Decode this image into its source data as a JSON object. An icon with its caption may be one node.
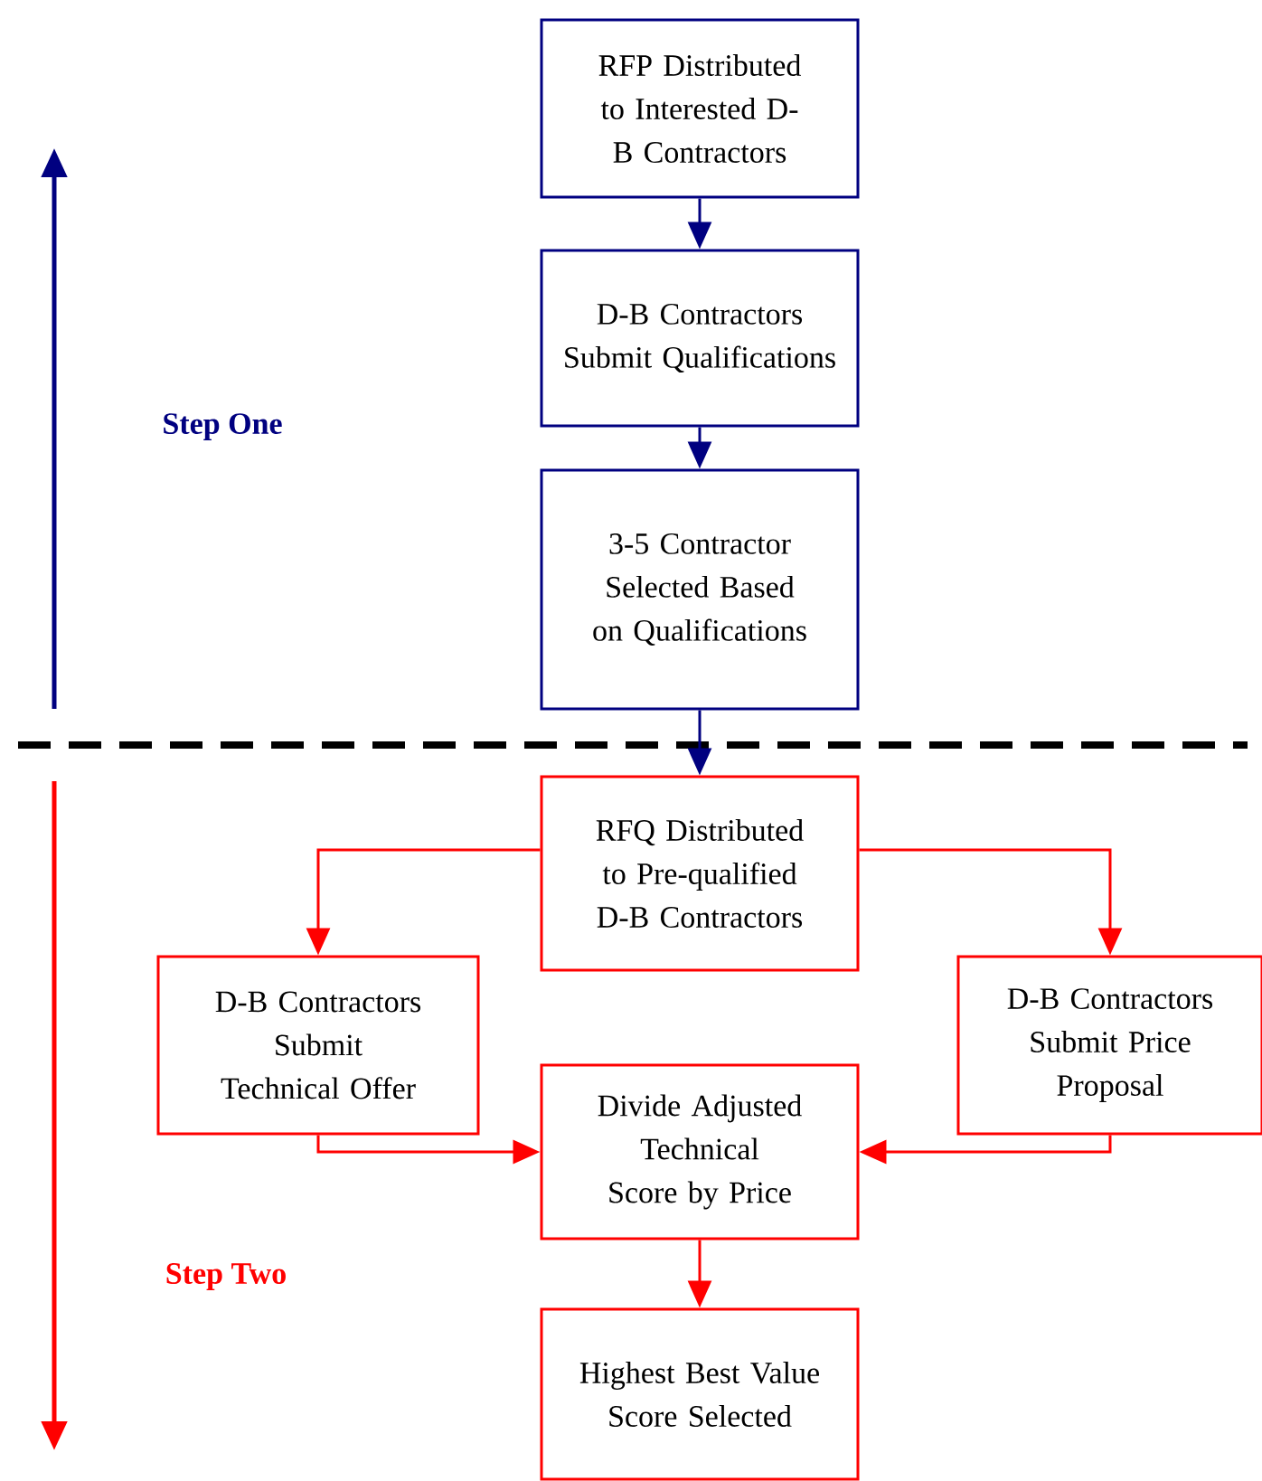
{
  "diagram": {
    "nodes": [
      {
        "text": [
          "RFP Distributed to Interested D-B Contractors"
        ]
      },
      {
        "text": [
          "D-B Contractors Submit Qualifications"
        ]
      },
      {
        "text": [
          "3-5 Contractor Selected Based on Qualifications"
        ]
      },
      {
        "text": [
          "RFQ Distributed to Pre-qualified D-B Contractors"
        ]
      },
      {
        "text": [
          "D-B Contractors Submit Technical Offer"
        ]
      },
      {
        "text": [
          "D-B Contractors Submit Price Proposal"
        ]
      },
      {
        "text": [
          "Divide Adjusted Technical Score by Price"
        ]
      },
      {
        "text": [
          "Highest Best Value Score Selected"
        ]
      }
    ],
    "edges": [
      {
        "from": 0,
        "to": 1,
        "arrow": "to",
        "color": "#000080"
      },
      {
        "from": 1,
        "to": 2,
        "arrow": "to",
        "color": "#000080"
      },
      {
        "from": 2,
        "to": 3,
        "arrow": "to",
        "color": "#000080"
      },
      {
        "from": 3,
        "to": 4,
        "arrow": "to"
      },
      {
        "from": 3,
        "to": 5,
        "arrow": "to"
      },
      {
        "from": 4,
        "to": 6,
        "arrow": "to"
      },
      {
        "from": 5,
        "to": 6,
        "arrow": "to"
      },
      {
        "from": 6,
        "to": 7,
        "arrow": "to"
      }
    ],
    "labels": [
      "Step One",
      "Step Two"
    ]
  }
}
